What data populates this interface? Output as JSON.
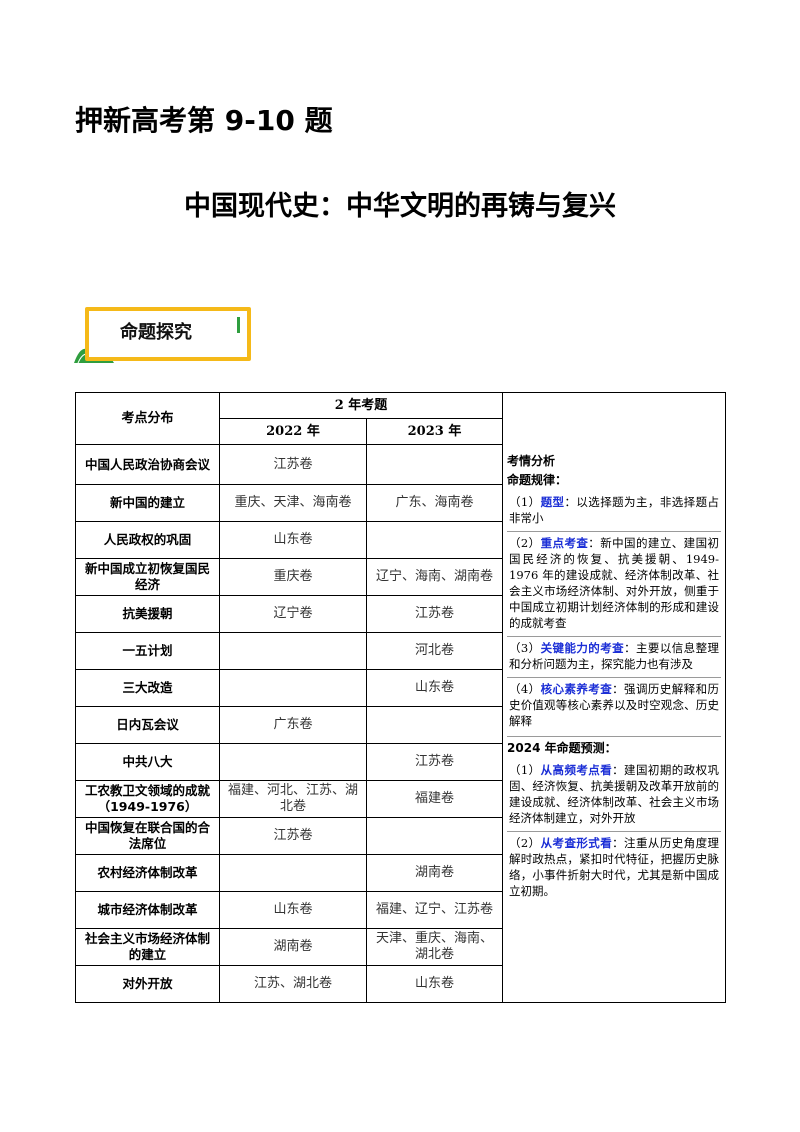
{
  "title_main": "押新高考第 9-10 题",
  "title_sub": "中国现代史：中华文明的再铸与复兴",
  "badge_label": "命题探究",
  "colors": {
    "badge_border": "#f5b918",
    "keyword": "#1c2fd6",
    "hill_green": "#2f9e3f"
  },
  "table": {
    "col_topic": "考点分布",
    "col_group": "2 年考题",
    "year1": "2022 年",
    "year2": "2023 年",
    "rows": [
      {
        "topic": "中国人民政治协商会议",
        "y2022": "江苏卷",
        "y2023": ""
      },
      {
        "topic": "新中国的建立",
        "y2022": "重庆、天津、海南卷",
        "y2023": "广东、海南卷"
      },
      {
        "topic": "人民政权的巩固",
        "y2022": "山东卷",
        "y2023": ""
      },
      {
        "topic": "新中国成立初恢复国民经济",
        "y2022": "重庆卷",
        "y2023": "辽宁、海南、湖南卷"
      },
      {
        "topic": "抗美援朝",
        "y2022": "辽宁卷",
        "y2023": "江苏卷"
      },
      {
        "topic": "一五计划",
        "y2022": "",
        "y2023": "河北卷"
      },
      {
        "topic": "三大改造",
        "y2022": "",
        "y2023": "山东卷"
      },
      {
        "topic": "日内瓦会议",
        "y2022": "广东卷",
        "y2023": ""
      },
      {
        "topic": "中共八大",
        "y2022": "",
        "y2023": "江苏卷"
      },
      {
        "topic": "工农教卫文领域的成就（1949-1976）",
        "y2022": "福建、河北、江苏、湖北卷",
        "y2023": "福建卷"
      },
      {
        "topic": "中国恢复在联合国的合法席位",
        "y2022": "江苏卷",
        "y2023": ""
      },
      {
        "topic": "农村经济体制改革",
        "y2022": "",
        "y2023": "湖南卷"
      },
      {
        "topic": "城市经济体制改革",
        "y2022": "山东卷",
        "y2023": "福建、辽宁、江苏卷"
      },
      {
        "topic": "社会主义市场经济体制的建立",
        "y2022": "湖南卷",
        "y2023": "天津、重庆、海南、湖北卷"
      },
      {
        "topic": "对外开放",
        "y2022": "江苏、湖北卷",
        "y2023": "山东卷"
      }
    ]
  },
  "analysis": {
    "heading": "考情分析",
    "rule_heading": "命题规律：",
    "items": [
      {
        "num": "（1）",
        "key": "题型",
        "text": "：以选择题为主，非选择题占非常小"
      },
      {
        "num": "（2）",
        "key": "重点考查",
        "text": "：新中国的建立、建国初国民经济的恢复、抗美援朝、1949-1976 年的建设成就、经济体制改革、社会主义市场经济体制、对外开放，侧重于中国成立初期计划经济体制的形成和建设的成就考查"
      },
      {
        "num": "（3）",
        "key": "关键能力的考查",
        "text": "：主要以信息整理和分析问题为主，探究能力也有涉及"
      },
      {
        "num": "（4）",
        "key": "核心素养考查",
        "text": "：强调历史解释和历史价值观等核心素养以及时空观念、历史解释"
      }
    ],
    "forecast_heading": "2024 年命题预测：",
    "forecast": [
      {
        "num": "（1）",
        "key": "从高频考点看",
        "text": "：建国初期的政权巩固、经济恢复、抗美援朝及改革开放前的建设成就、经济体制改革、社会主义市场经济体制建立，对外开放"
      },
      {
        "num": "（2）",
        "key": "从考查形式看",
        "text": "：注重从历史角度理解时政热点，紧扣时代特征，把握历史脉络，小事件折射大时代，尤其是新中国成立初期。"
      }
    ]
  }
}
